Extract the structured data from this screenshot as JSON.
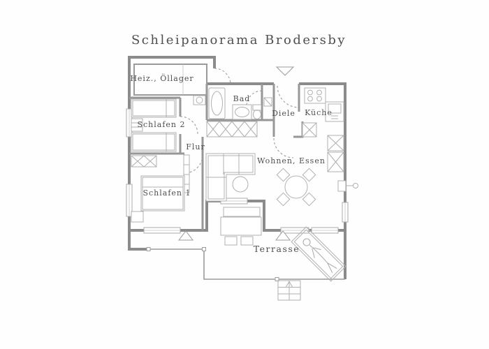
{
  "title": "Schleipanorama Brodersby",
  "rooms": {
    "heiz": "Heiz., Öllager",
    "schlafen2": "Schlafen 2",
    "flur": "Flur",
    "schlafen1": "Schlafen 1",
    "bad": "Bad",
    "diele": "Diele",
    "kueche": "Küche",
    "wohnen": "Wohnen, Essen",
    "terrasse": "Terrasse"
  },
  "symbols": {
    "entrance_marker": "triangle-down",
    "terrace_door_markers": "triangle-up",
    "steps_arrow": "arrow-up"
  },
  "colors": {
    "background": "#fefefe",
    "exterior_wall": "#8b8b8b",
    "interior_wall": "#979797",
    "furniture": "#b0b0b0",
    "text": "#4f4f4f"
  }
}
